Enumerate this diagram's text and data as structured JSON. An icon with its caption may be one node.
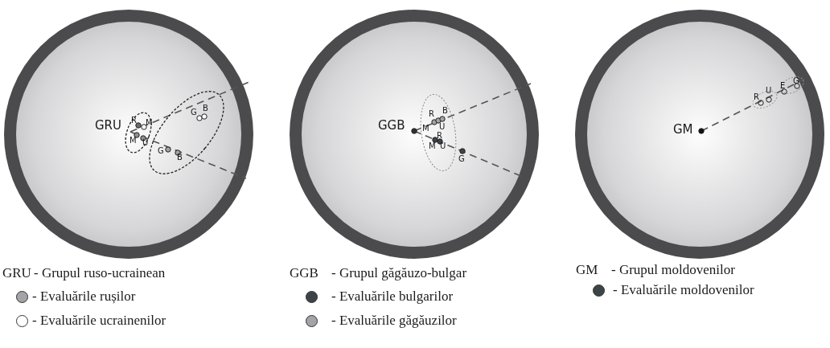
{
  "diagram": {
    "nodes": [
      {
        "text": [],
        "shape": "circle"
      },
      {
        "text": [],
        "shape": "circle"
      },
      {
        "text": [],
        "shape": "circle"
      }
    ],
    "labels": [
      "G",
      "B",
      "R",
      "GRU",
      "M",
      "M",
      "U",
      "G",
      "B",
      "R",
      "B",
      "GGB",
      "M",
      "U",
      "R",
      "M",
      "U",
      "G",
      "G",
      "E",
      "U",
      "R",
      "GM",
      "GRU",
      "- Grupul ruso-ucrainean",
      "GGB",
      "- Grupul găgăuzo-bulgar",
      "GM",
      "- Grupul moldovenilor"
    ],
    "legend": [
      {
        "text": "- Evaluările rușilor",
        "color": "#a3a3a8"
      },
      {
        "text": "- Evaluările ucrainenilor",
        "color": "#ffffff"
      },
      {
        "text": "- Evaluările bulgarilor",
        "color": "#3c4448"
      },
      {
        "text": "- Evaluările găgăuzilor",
        "color": "#a3a3a8"
      },
      {
        "text": "- Evaluările  moldovenilor",
        "color": "#3c4448"
      }
    ]
  }
}
